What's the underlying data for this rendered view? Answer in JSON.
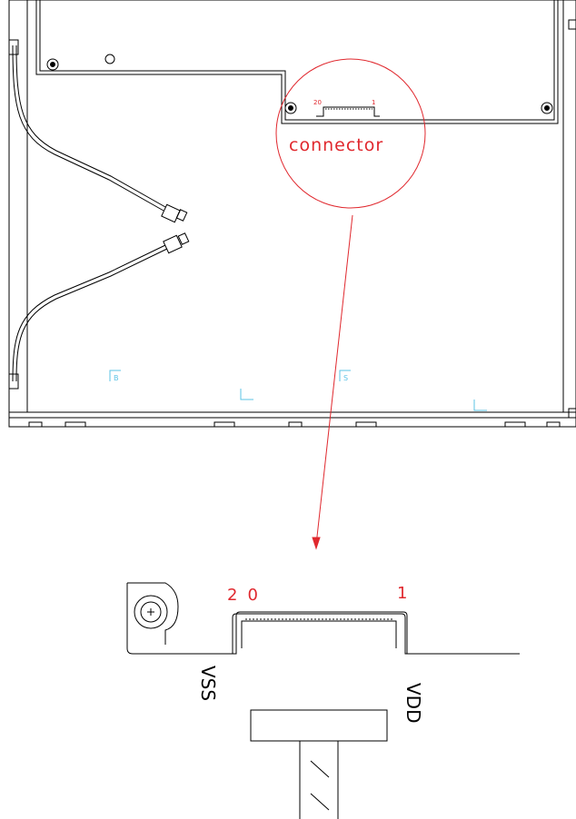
{
  "callout": {
    "label": "connector",
    "pin_high_small": "20",
    "pin_low_small": "1"
  },
  "panel_marks": {
    "mark_b": "B",
    "mark_s": "S"
  },
  "detail": {
    "pin_high": "20",
    "pin_low": "1",
    "vss_label": "VSS",
    "vdd_label": "VDD"
  },
  "colors": {
    "line": "#000000",
    "annotation": "#e0282e",
    "marker": "#5bc3e6"
  }
}
